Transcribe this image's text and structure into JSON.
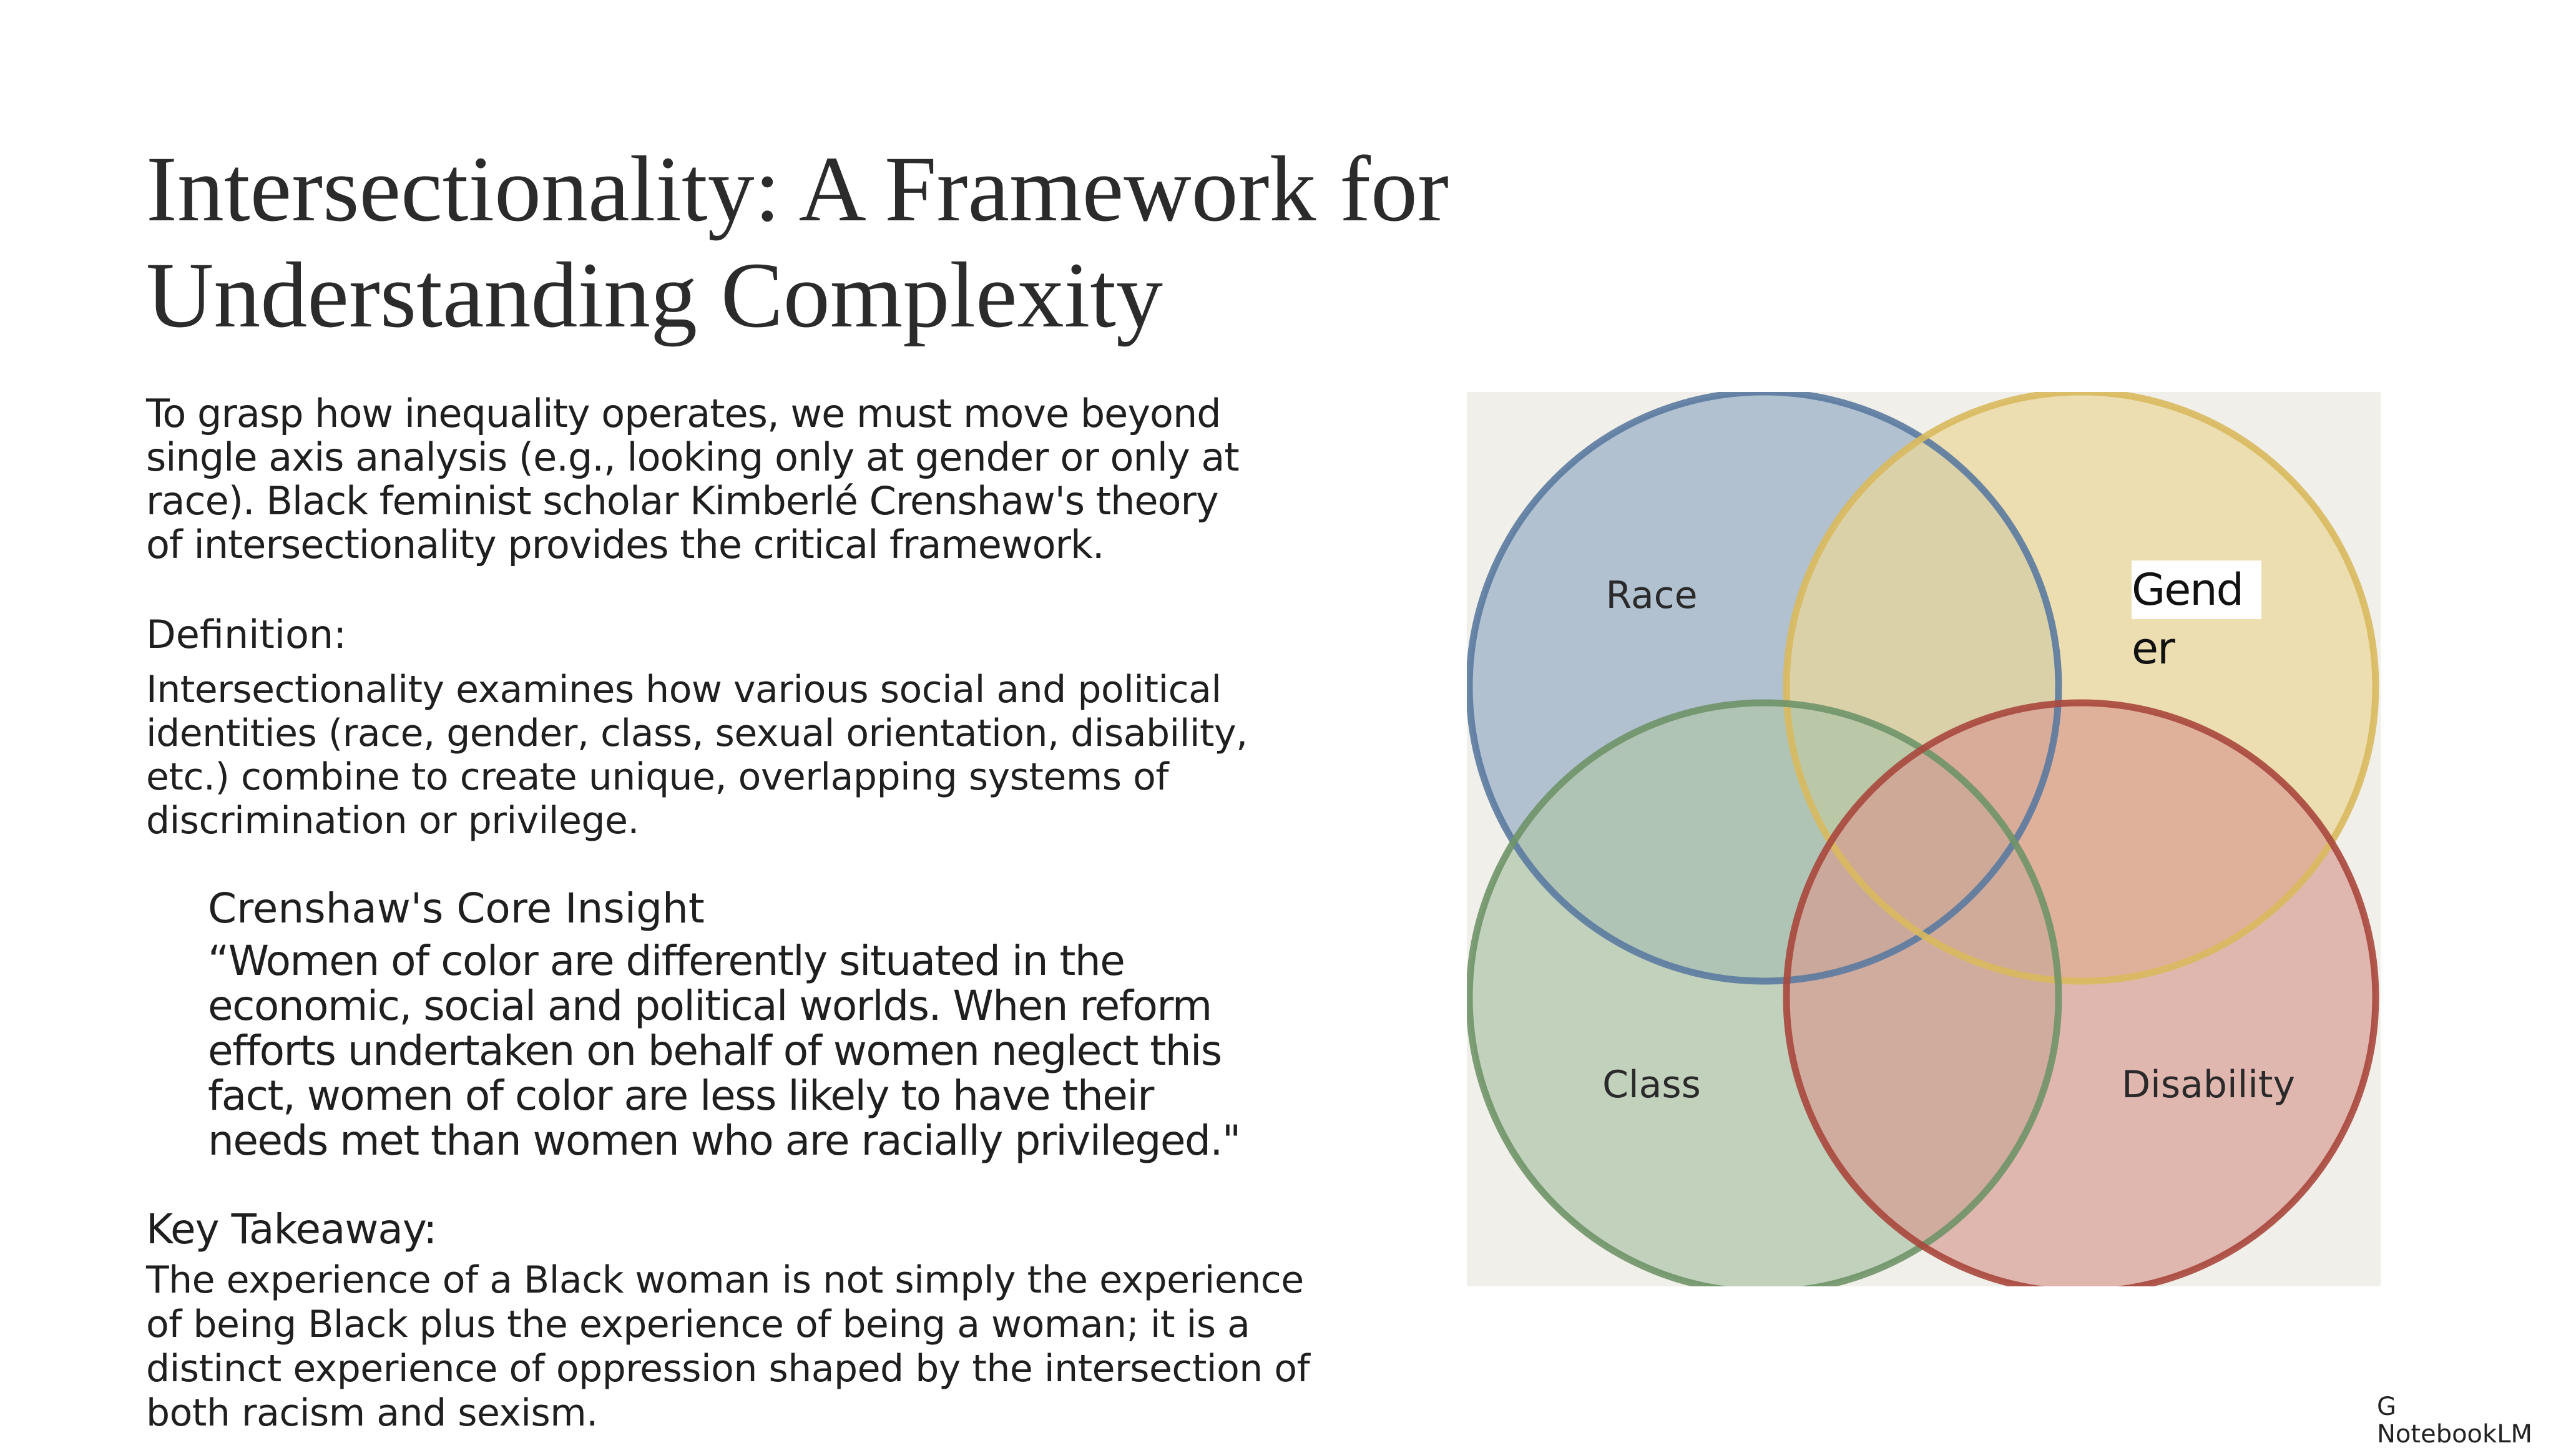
{
  "slide": {
    "title": "Intersectionality: A Framework for Understanding Complexity",
    "intro": "To grasp how inequality operates, we must move beyond single axis analysis (e.g., looking only at gender or only at race). Black feminist scholar Kimberlé Crenshaw's theory of intersectionality provides the critical framework.",
    "definition_heading": "Definition:",
    "definition_body": "Intersectionality examines how various social and political identities (race, gender, class, sexual orientation, disability, etc.) combine to create unique, overlapping systems of discrimination or privilege.",
    "insight_heading": "Crenshaw's Core Insight",
    "insight_quote": "“Women of color are differently situated in the economic, social and political worlds. When reform efforts undertaken on behalf of women neglect this fact, women of color are less likely to have their needs met than women who are racially privileged.\"",
    "takeaway_heading": "Key Takeaway:",
    "takeaway_body": "The experience of a Black woman is not simply the experience of being Black plus the experience of being a woman; it is a distinct experience of oppression shaped by the intersection of both racism and sexism."
  },
  "venn": {
    "labels": {
      "race": "Race",
      "class": "Class",
      "disability": "Disability"
    },
    "gender_overlay": {
      "line1": "Gend",
      "line2": "er"
    },
    "colors": {
      "race_fill": "#9fb4c9",
      "race_stroke": "#5b7aa0",
      "gender_fill": "#ead79a",
      "gender_stroke": "#d9b95e",
      "class_fill": "#aec5a8",
      "class_stroke": "#6f9468",
      "disability_fill": "#d89a90",
      "disability_stroke": "#a9473d",
      "background": "#f1efe9"
    }
  },
  "footer": {
    "line1": "G",
    "line2": "NotebookLM"
  }
}
